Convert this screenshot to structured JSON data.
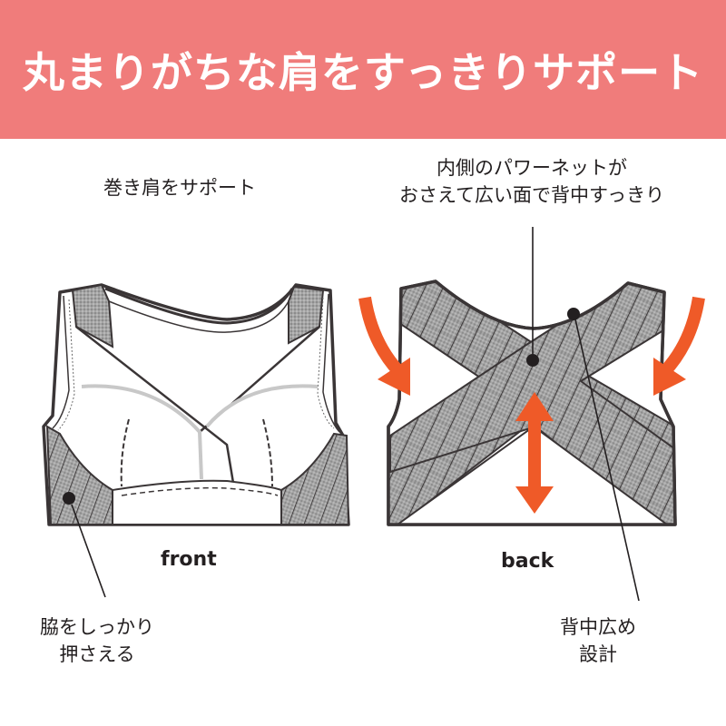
{
  "banner": {
    "title": "丸まりがちな肩をすっきりサポート",
    "background_color": "#f07c7b",
    "text_color": "#ffffff"
  },
  "front": {
    "view_label": "front",
    "caption_top": "巻き肩をサポート",
    "callout_side": {
      "line1": "脇をしっかり",
      "line2": "押さえる"
    }
  },
  "back": {
    "view_label": "back",
    "caption_top": {
      "line1": "内側のパワーネットが",
      "line2": "おさえて広い面で背中すっきり"
    },
    "callout_wide": {
      "line1": "背中広め",
      "line2": "設計"
    }
  },
  "colors": {
    "arrow": "#ef5a28",
    "mesh": "#9a9a9a",
    "outline": "#3a3536"
  },
  "icons": {
    "curved_arrow_left": "curved-arrow-down-right",
    "curved_arrow_right": "curved-arrow-down-left",
    "double_arrow": "vertical-double-arrow"
  }
}
